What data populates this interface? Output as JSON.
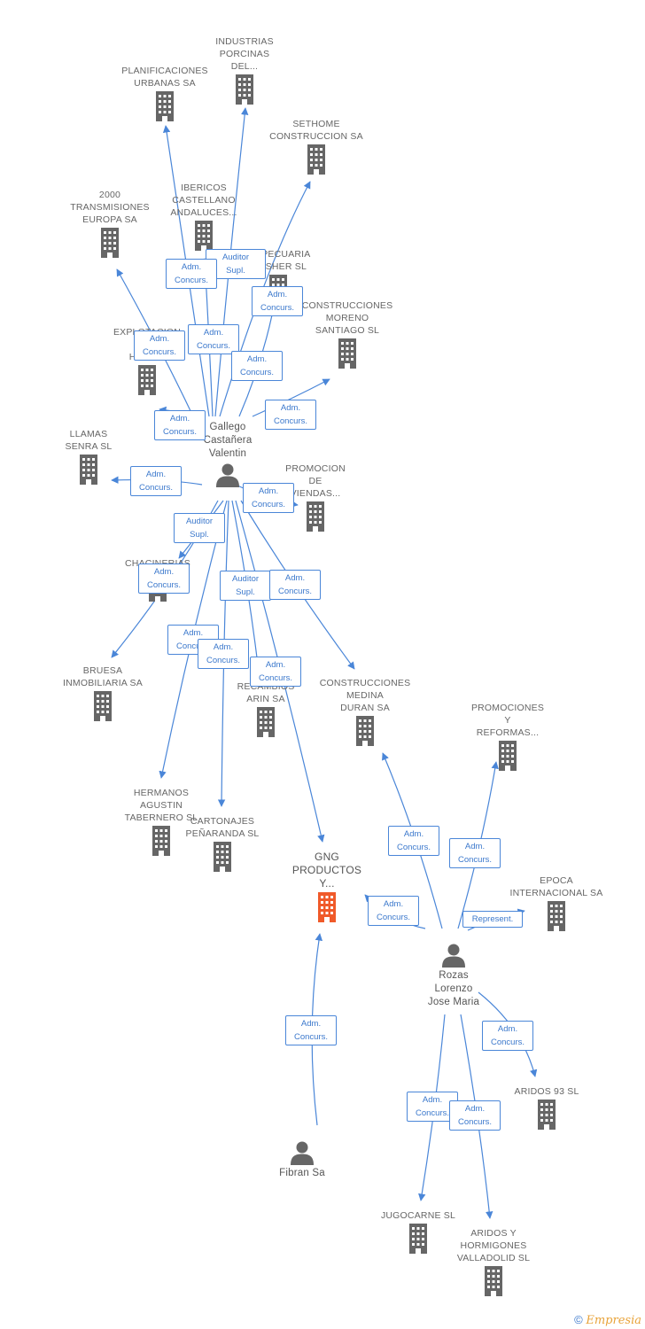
{
  "colors": {
    "edge": "#4a86d8",
    "node_icon": "#666666",
    "focus_icon": "#f05a2a",
    "badge_text": "#3b78cc"
  },
  "nodes": [
    {
      "id": "industrias",
      "kind": "company",
      "label": "INDUSTRIAS\nPORCINAS\nDEL..."
    },
    {
      "id": "planificaciones",
      "kind": "company",
      "label": "PLANIFICACIONES\nURBANAS SA"
    },
    {
      "id": "sethome",
      "kind": "company",
      "label": "SETHOME\nCONSTRUCCION SA"
    },
    {
      "id": "ibericos",
      "kind": "company",
      "label": "IBERICOS\nCASTELLANO\nANDALUCES..."
    },
    {
      "id": "trans2000",
      "kind": "company",
      "label": "2000\nTRANSMISIONES\nEUROPA SA"
    },
    {
      "id": "agropecuaria",
      "kind": "company",
      "label": "...OPECUARIA\n...OSHER SL"
    },
    {
      "id": "moreno",
      "kind": "company",
      "label": "CONSTRUCCIONES\nMORENO\nSANTIAGO SL"
    },
    {
      "id": "explotaciones",
      "kind": "company",
      "label": "EXPLOTACION\nGA...\nHNOS..."
    },
    {
      "id": "gallego",
      "kind": "person",
      "label": "Gallego\nCastañera\nValentin"
    },
    {
      "id": "llamas",
      "kind": "company",
      "label": "LLAMAS\nSENRA SL"
    },
    {
      "id": "promocion",
      "kind": "company",
      "label": "PROMOCION\nDE\nVIENDAS..."
    },
    {
      "id": "chacinerias",
      "kind": "company",
      "label": "CHACINERIAS"
    },
    {
      "id": "bruesa",
      "kind": "company",
      "label": "BRUESA\nINMOBILIARIA SA"
    },
    {
      "id": "recambios",
      "kind": "company",
      "label": "RECAMBIOS\nARIN SA"
    },
    {
      "id": "medina",
      "kind": "company",
      "label": "CONSTRUCCIONES\nMEDINA\nDURAN SA"
    },
    {
      "id": "promociones",
      "kind": "company",
      "label": "PROMOCIONES\nY\nREFORMAS..."
    },
    {
      "id": "hermanos",
      "kind": "company",
      "label": "HERMANOS\nAGUSTIN\nTABERNERO SL"
    },
    {
      "id": "cartonajes",
      "kind": "company",
      "label": "CARTONAJES\nPEÑARANDA SL"
    },
    {
      "id": "gng",
      "kind": "focus",
      "label": "GNG\nPRODUCTOS\nY..."
    },
    {
      "id": "epoca",
      "kind": "company",
      "label": "EPOCA\nINTERNACIONAL SA"
    },
    {
      "id": "rozas",
      "kind": "person",
      "label": "Rozas\nLorenzo\nJose Maria"
    },
    {
      "id": "aridos93",
      "kind": "company",
      "label": "ARIDOS 93 SL"
    },
    {
      "id": "fibran",
      "kind": "person",
      "label": "Fibran Sa"
    },
    {
      "id": "jugocarne",
      "kind": "company",
      "label": "JUGOCARNE SL"
    },
    {
      "id": "aridosy",
      "kind": "company",
      "label": "ARIDOS Y\nHORMIGONES\nVALLADOLID SL"
    }
  ],
  "badges": [
    {
      "id": "b1",
      "label": "Auditor\nSupl."
    },
    {
      "id": "b2",
      "label": "Adm.\nConcurs."
    },
    {
      "id": "b3",
      "label": "Adm.\nConcurs."
    },
    {
      "id": "b4",
      "label": "Adm.\nConcurs."
    },
    {
      "id": "b5",
      "label": "Adm.\nConcurs."
    },
    {
      "id": "b6",
      "label": "Adm.\nConcurs."
    },
    {
      "id": "b7",
      "label": "Adm.\nConcurs."
    },
    {
      "id": "b8",
      "label": "Adm.\nConcurs."
    },
    {
      "id": "b9",
      "label": "Adm.\nConcurs."
    },
    {
      "id": "b10",
      "label": "Adm.\nConcurs."
    },
    {
      "id": "b11",
      "label": "Auditor\nSupl."
    },
    {
      "id": "b12",
      "label": "Adm.\nConcurs."
    },
    {
      "id": "b13",
      "label": "Auditor\nSupl."
    },
    {
      "id": "b14",
      "label": "Adm.\nConcurs."
    },
    {
      "id": "b15",
      "label": "Adm.\nConcurs."
    },
    {
      "id": "b16",
      "label": "Adm.\nConcurs."
    },
    {
      "id": "b17",
      "label": "Adm.\nConcurs."
    },
    {
      "id": "b18",
      "label": "Adm.\nConcurs."
    },
    {
      "id": "b19",
      "label": "Adm.\nConcurs."
    },
    {
      "id": "b20",
      "label": "Adm.\nConcurs."
    },
    {
      "id": "b21",
      "label": "Represent."
    },
    {
      "id": "b22",
      "label": "Adm.\nConcurs."
    },
    {
      "id": "b23",
      "label": "Adm.\nConcurs."
    },
    {
      "id": "b24",
      "label": "Adm.\nConcurs."
    },
    {
      "id": "b25",
      "label": "Adm.\nConcurs."
    }
  ],
  "footer": {
    "copyright": "©",
    "brand": "Empresia"
  }
}
